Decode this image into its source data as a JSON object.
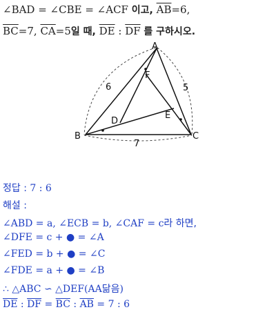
{
  "problem": {
    "line1": {
      "statement": "∠BAD = ∠CBE = ∠ACF",
      "connector": "이고,",
      "seg_ab": "AB",
      "ab_value": "=6,"
    },
    "line2": {
      "seg_bc": "BC",
      "bc_value": "=7,",
      "seg_ca": "CA",
      "ca_value": "=5",
      "when": "일 때,",
      "seg_de": "DE",
      "colon": " : ",
      "seg_df": "DF",
      "ask": "를 구하시오."
    }
  },
  "figure": {
    "points": {
      "A": "A",
      "B": "B",
      "C": "C",
      "D": "D",
      "E": "E",
      "F": "F"
    },
    "side_labels": {
      "ab": "6",
      "ca": "5",
      "bc": "7"
    }
  },
  "answer": {
    "title_label": "정답 :",
    "title_value": "7 : 6",
    "explanation_label": "해설 :",
    "step1": {
      "math": "∠ABD = a, ∠ECB = b, ∠CAF = c",
      "text": "라 하면,"
    },
    "step2_a": "∠DFE = c +",
    "step2_b": " = ∠A",
    "step3_a": "∠FED = b +",
    "step3_b": " = ∠C",
    "step4_a": "∠FDE = a +",
    "step4_b": " = ∠B",
    "step5": {
      "math": "∴ △ABC ∽ △DEF(AA",
      "text": "닮음",
      "close": ")"
    },
    "step6": {
      "seg_de": "DE",
      "sep1": " : ",
      "seg_df": "DF",
      "eq1": " = ",
      "seg_bc": "BC",
      "sep2": " : ",
      "seg_ab": "AB",
      "result": " = 7 : 6"
    }
  }
}
